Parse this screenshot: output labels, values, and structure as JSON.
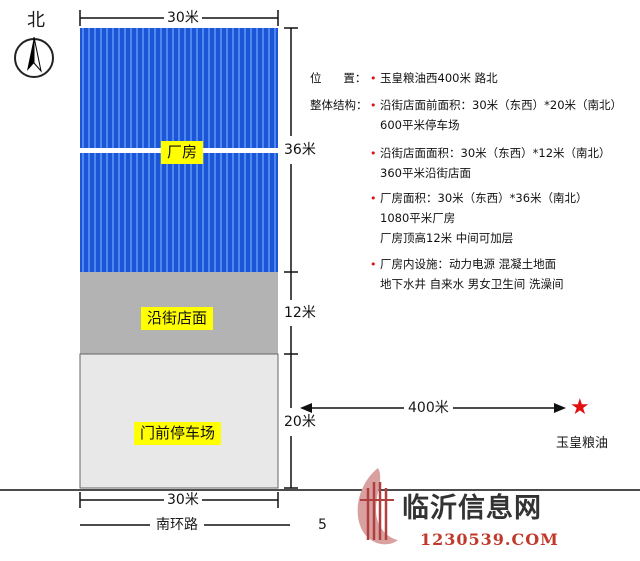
{
  "orientation": {
    "north_label": "北"
  },
  "dimensions": {
    "top_width": "30米",
    "bottom_width": "30米",
    "factory_depth": "36米",
    "storefront_depth": "12米",
    "parking_depth": "20米"
  },
  "zones": {
    "factory": {
      "label": "厂房",
      "color": "#1a56d6"
    },
    "storefront": {
      "label": "沿街店面",
      "color": "#b3b3b3"
    },
    "parking": {
      "label": "门前停车场",
      "color": "#e8e8e8"
    },
    "tag_color": "#ffff00"
  },
  "info": {
    "location_label": "位      置：",
    "location_value": "玉皇粮油西400米  路北",
    "structure_label": "整体结构：",
    "items": [
      {
        "lines": [
          "沿街店面前面积：30米（东西）*20米（南北）",
          "600平米停车场"
        ]
      },
      {
        "lines": [
          "沿街店面面积：30米（东西）*12米（南北）",
          "360平米沿街店面"
        ]
      },
      {
        "lines": [
          "厂房面积：30米（东西）*36米（南北）",
          "1080平米厂房",
          "厂房顶高12米 中间可加层"
        ]
      },
      {
        "lines": [
          "厂房内设施：动力电源   混凝土地面",
          "地下水井  自来水  男女卫生间  洗澡间"
        ]
      }
    ],
    "bullet_glyph": "•"
  },
  "distance": {
    "label": "400米",
    "destination": "玉皇粮油",
    "marker_glyph": "★"
  },
  "road": {
    "name": "南环路",
    "trailing_fragment": "5"
  },
  "watermark": {
    "title": "临沂信息网",
    "url": "1230539.COM"
  }
}
